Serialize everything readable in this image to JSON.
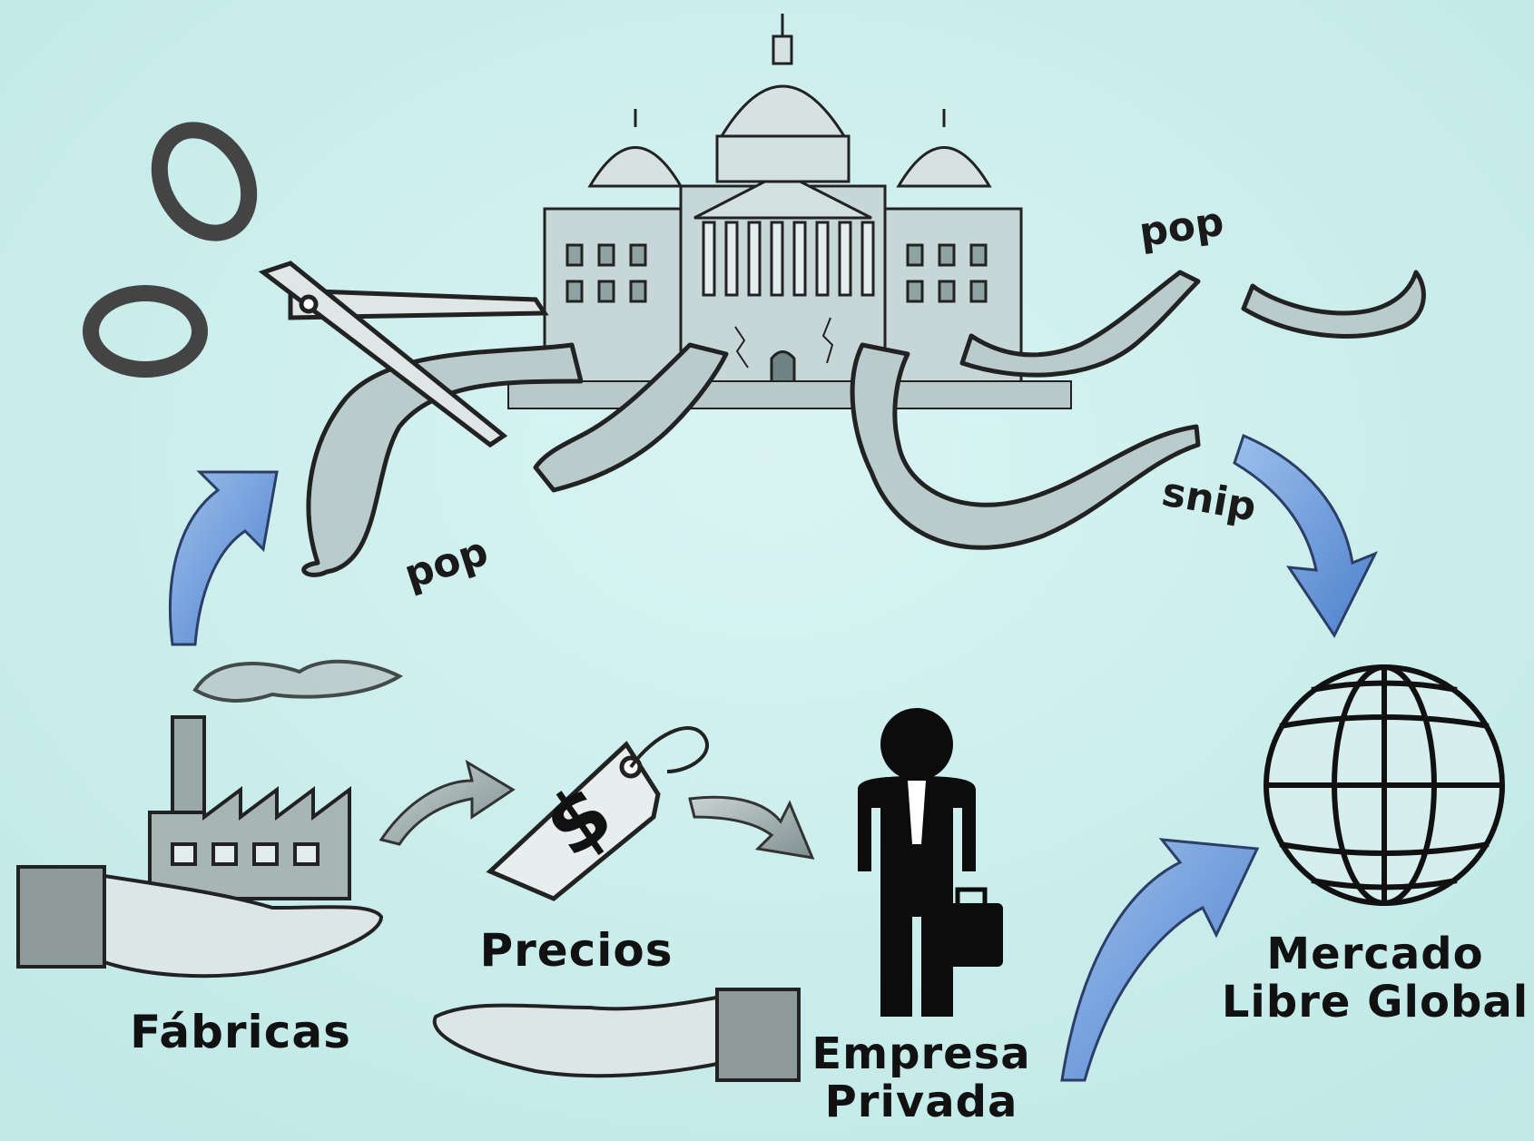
{
  "labels": {
    "factories": "Fábricas",
    "prices": "Precios",
    "private_company_line1": "Empresa",
    "private_company_line2": "Privada",
    "market_line1": "Mercado",
    "market_line2": "Libre Global"
  },
  "sound_effects": {
    "pop_top": "pop",
    "snip": "snip",
    "pop_bottom": "pop"
  },
  "colors": {
    "background": "#cdeeed",
    "arrow_blue": "#6b9ad8",
    "ink": "#111111",
    "tentacle": "#b9cccb",
    "building": "#c7d6d6"
  },
  "icons": [
    "government-capitol-icon",
    "octopus-tentacles-icon",
    "scissors-icon",
    "factory-icon",
    "price-tag-icon",
    "businessman-icon",
    "globe-icon",
    "hand-icon"
  ]
}
